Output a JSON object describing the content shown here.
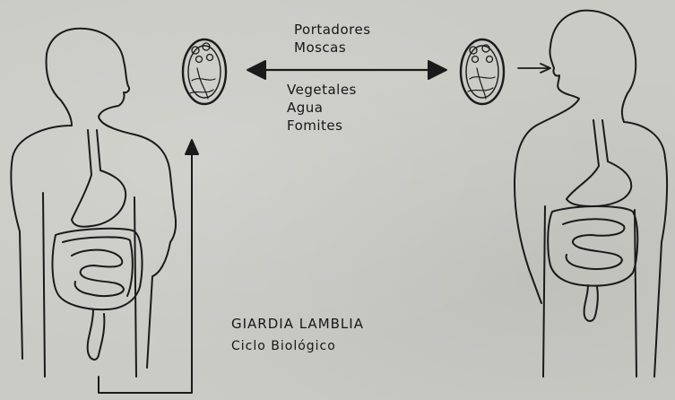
{
  "vectors_top": [
    "Portadores",
    "Moscas"
  ],
  "vectors_bottom": [
    "Vegetales",
    "Agua",
    "Fomites"
  ],
  "title": "GIARDIA LAMBLIA",
  "subtitle": "Ciclo Biológico",
  "colors": {
    "ink": "#161616",
    "background": "#cbcbc6"
  }
}
